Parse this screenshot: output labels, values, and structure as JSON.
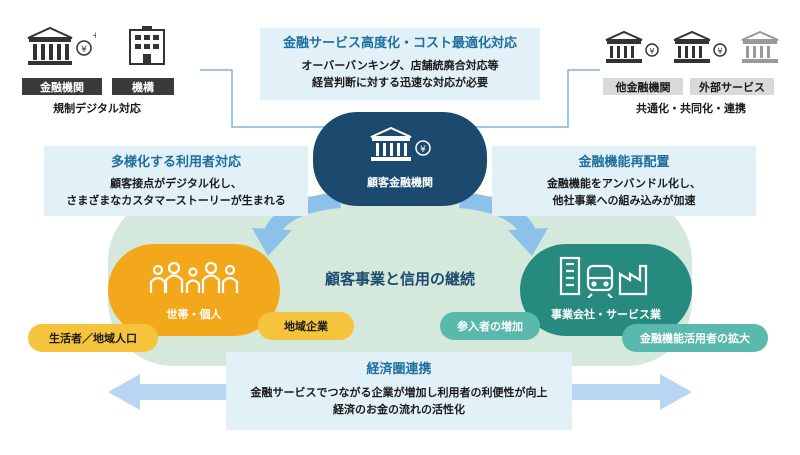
{
  "top_left": {
    "labels": [
      "金融機関",
      "機構"
    ],
    "caption": "規制デジタル対応"
  },
  "top_right": {
    "labels": [
      "他金融機関",
      "外部サービス"
    ],
    "caption": "共通化・共同化・連携"
  },
  "top_center": {
    "title": "金融サービス高度化・コスト最適化対応",
    "lines": [
      "オーバーバンキング、店舗統廃合対応等",
      "経営判断に対する迅速な対応が必要"
    ]
  },
  "center_node": {
    "label": "顧客金融機関"
  },
  "left_box": {
    "title": "多様化する利用者対応",
    "lines": [
      "顧客接点がデジタル化し、",
      "さまざまなカスタマーストーリーが生まれる"
    ]
  },
  "right_box": {
    "title": "金融機能再配置",
    "lines": [
      "金融機能をアンバンドル化し、",
      "他社事業への組み込みが加速"
    ]
  },
  "center_area": {
    "label": "顧客事業と信用の継続"
  },
  "left_circle": {
    "label": "世帯・個人"
  },
  "right_circle": {
    "label": "事業会社・サービス業"
  },
  "pills": {
    "population": "生活者／地域人口",
    "local": "地域企業",
    "entrants": "参入者の増加",
    "users": "金融機能活用者の拡大"
  },
  "bottom_box": {
    "title": "経済圏連携",
    "lines": [
      "金融サービスでつながる企業が増加し利用者の利便性が向上",
      "経済のお金の流れの活性化"
    ]
  },
  "colors": {
    "navy": "#1b4a6e",
    "orange": "#f3a81c",
    "teal": "#268a7f",
    "light_blue_box": "#e2f0f8",
    "green_area": "#d5e8dc",
    "arrow_blue": "#8ec1e8",
    "title_blue": "#1e6fa0"
  }
}
